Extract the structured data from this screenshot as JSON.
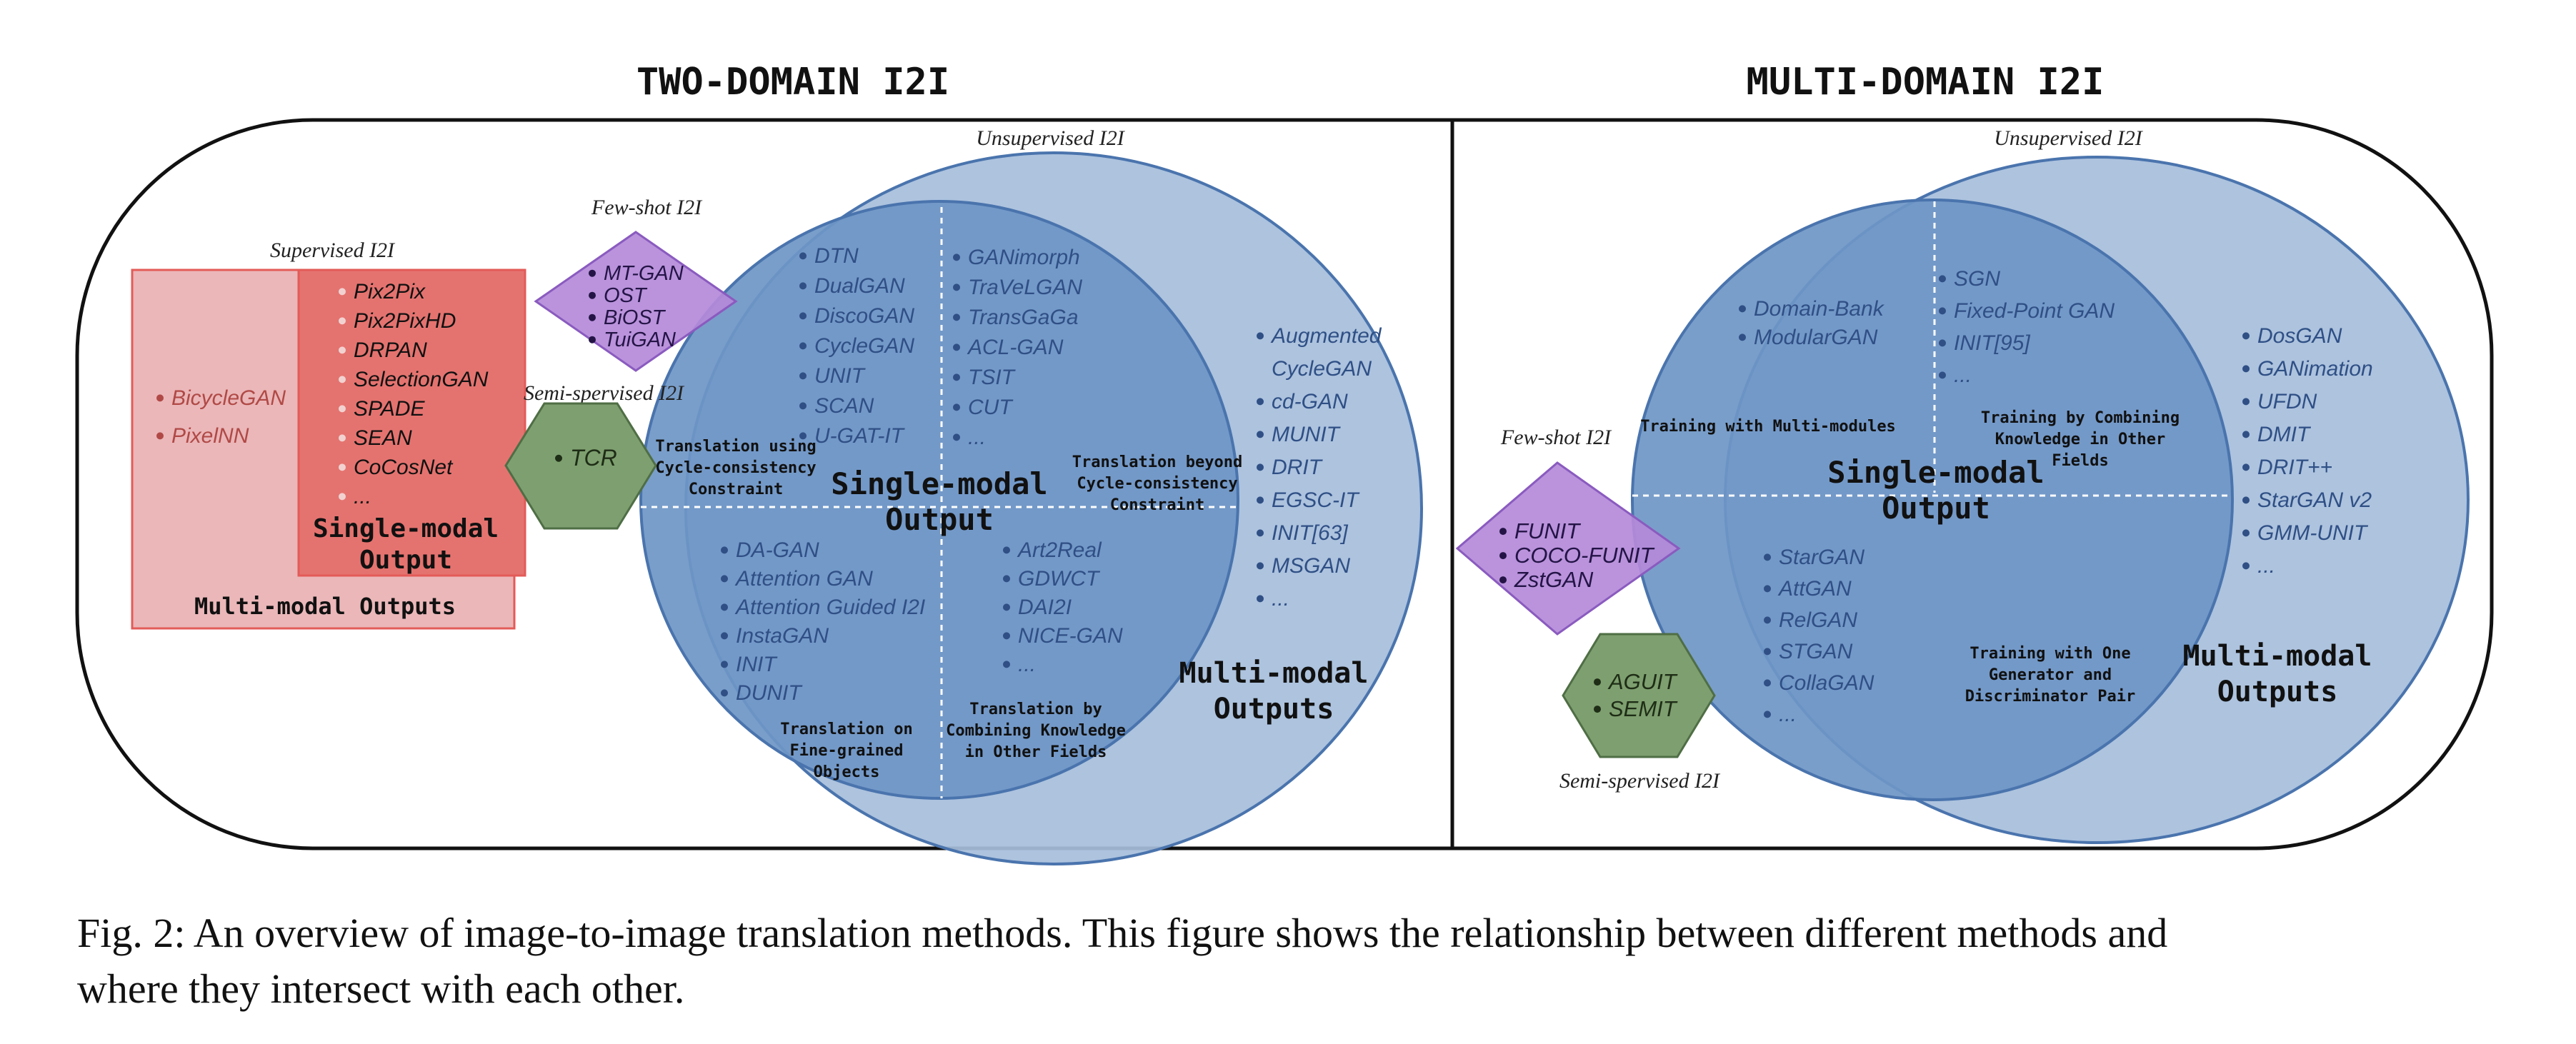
{
  "colors": {
    "big_ellipse": "#a6bedb",
    "inner_circle": "#6e96c6",
    "stroke_blue": "#4a74ad",
    "supervised_outer": "#ebb7b9",
    "supervised_inner": "#e4736f",
    "supervised_stroke": "#e35b58",
    "fewshot_fill": "#b48ad9",
    "fewshot_stroke": "#8a5bbf",
    "semi_fill": "#7e9f6f",
    "semi_stroke": "#4f6e45",
    "method_text": "#2f4f85",
    "dark_text": "#111111"
  },
  "two_domain": {
    "title": "TWO-DOMAIN I2I",
    "unsupervised_label": "Unsupervised I2I",
    "supervised": {
      "label": "Supervised I2I",
      "multimodal_methods": [
        "BicycleGAN",
        "PixelNN"
      ],
      "singlemodal_methods": [
        "Pix2Pix",
        "Pix2PixHD",
        "DRPAN",
        "SelectionGAN",
        "SPADE",
        "SEAN",
        "CoCosNet",
        "..."
      ],
      "singlemodal_label_line1": "Single-modal",
      "singlemodal_label_line2": "Output",
      "multimodal_label": "Multi-modal Outputs"
    },
    "fewshot": {
      "label": "Few-shot I2I",
      "methods": [
        "MT-GAN",
        "OST",
        "BiOST",
        "TuiGAN"
      ]
    },
    "semisupervised": {
      "label": "Semi-spervised I2I",
      "methods": [
        "TCR"
      ]
    },
    "single_modal": {
      "label_line1": "Single-modal",
      "label_line2": "Output",
      "q_top_left": [
        "DTN",
        "DualGAN",
        "DiscoGAN",
        "CycleGAN",
        "UNIT",
        "SCAN",
        "U-GAT-IT"
      ],
      "q_top_right": [
        "GANimorph",
        "TraVeLGAN",
        "TransGaGa",
        "ACL-GAN",
        "TSIT",
        "CUT",
        "..."
      ],
      "q_bottom_left": [
        "DA-GAN",
        "Attention GAN",
        "Attention Guided I2I",
        "InstaGAN",
        "INIT",
        "DUNIT"
      ],
      "q_bottom_right": [
        "Art2Real",
        "GDWCT",
        "DAI2I",
        "NICE-GAN",
        "..."
      ],
      "cap_top_left": [
        "Translation using",
        "Cycle-consistency",
        "Constraint"
      ],
      "cap_top_right": [
        "Translation beyond",
        "Cycle-consistency",
        "Constraint"
      ],
      "cap_bottom_left": [
        "Translation on",
        "Fine-grained",
        "Objects"
      ],
      "cap_bottom_right": [
        "Translation by",
        "Combining Knowledge",
        "in Other Fields"
      ]
    },
    "multi_modal": {
      "methods": [
        "Augmented",
        "CycleGAN",
        "cd-GAN",
        "MUNIT",
        "DRIT",
        "EGSC-IT",
        "INIT[63]",
        "MSGAN",
        "..."
      ],
      "label_line1": "Multi-modal",
      "label_line2": "Outputs"
    }
  },
  "multi_domain": {
    "title": "MULTI-DOMAIN I2I",
    "unsupervised_label": "Unsupervised I2I",
    "single_modal": {
      "label_line1": "Single-modal",
      "label_line2": "Output",
      "q_top_left": [
        "Domain-Bank",
        "ModularGAN"
      ],
      "q_top_right": [
        "SGN",
        "Fixed-Point GAN",
        "INIT[95]",
        "..."
      ],
      "q_bottom": [
        "StarGAN",
        "AttGAN",
        "RelGAN",
        "STGAN",
        "CollaGAN",
        "..."
      ],
      "cap_top_left": [
        "Training with Multi-modules"
      ],
      "cap_top_right": [
        "Training by Combining",
        "Knowledge in Other",
        "Fields"
      ],
      "cap_bottom": [
        "Training with One",
        "Generator and",
        "Discriminator Pair"
      ]
    },
    "multi_modal": {
      "methods": [
        "DosGAN",
        "GANimation",
        "UFDN",
        "DMIT",
        "DRIT++",
        "StarGAN v2",
        "GMM-UNIT",
        "..."
      ],
      "label_line1": "Multi-modal",
      "label_line2": "Outputs"
    },
    "fewshot": {
      "label": "Few-shot I2I",
      "methods": [
        "FUNIT",
        "COCO-FUNIT",
        "ZstGAN"
      ]
    },
    "semisupervised": {
      "label": "Semi-spervised I2I",
      "methods": [
        "AGUIT",
        "SEMIT"
      ]
    }
  },
  "caption": {
    "line1": "Fig. 2: An overview of image-to-image translation methods. This figure shows the relationship between different methods and",
    "line2": "where they intersect with each other."
  }
}
